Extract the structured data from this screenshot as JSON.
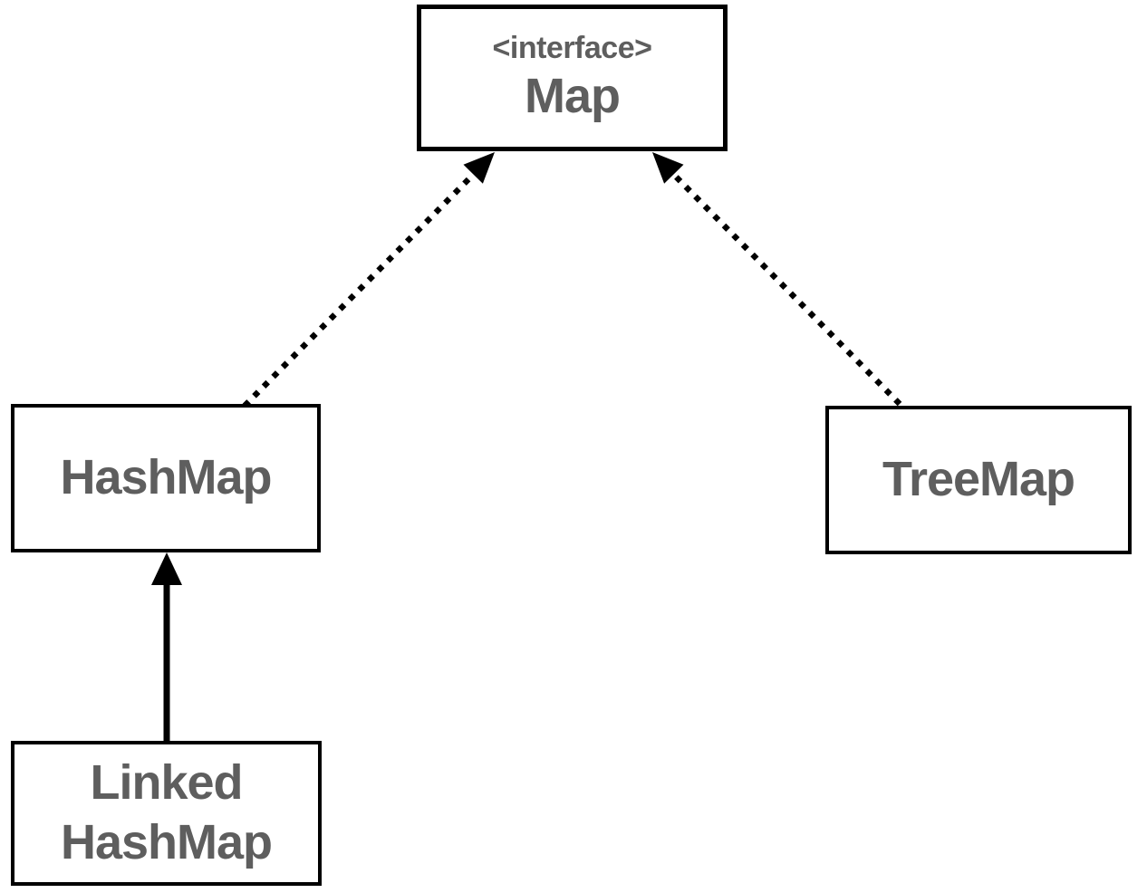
{
  "diagram": {
    "type": "uml-class-diagram",
    "background": "#ffffff",
    "colors": {
      "box_border": "#000000",
      "box_fill": "#ffffff",
      "label_text": "#5e5e5e",
      "edge": "#000000"
    },
    "nodes": [
      {
        "id": "map",
        "stereotype": "<interface>",
        "label": "Map",
        "kind": "interface"
      },
      {
        "id": "hashmap",
        "label": "HashMap",
        "kind": "class"
      },
      {
        "id": "treemap",
        "label": "TreeMap",
        "kind": "class"
      },
      {
        "id": "linkedhashmap",
        "label": "Linked\nHashMap",
        "kind": "class"
      }
    ],
    "edges": [
      {
        "from": "HashMap",
        "to": "Map",
        "line_style": "dotted",
        "arrowhead": "filled-triangle"
      },
      {
        "from": "TreeMap",
        "to": "Map",
        "line_style": "dotted",
        "arrowhead": "filled-triangle"
      },
      {
        "from": "LinkedHashMap",
        "to": "HashMap",
        "line_style": "solid",
        "arrowhead": "filled-triangle"
      }
    ]
  }
}
